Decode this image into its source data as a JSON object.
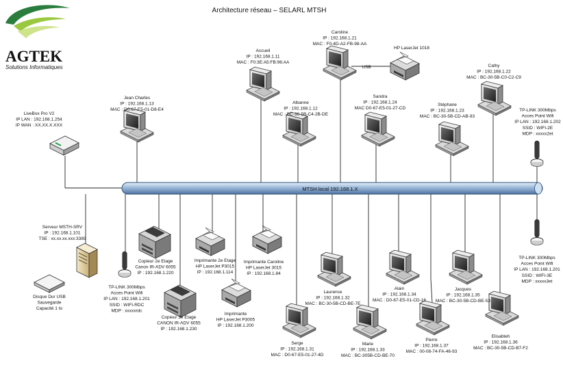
{
  "title": "Architecture réseau – SELARL MTSH",
  "logo": {
    "name": "AGTEK",
    "tagline": "Solutions Informatiques"
  },
  "network": {
    "label": "MTSH.local 192.168.1.X"
  },
  "usb_label": "USB",
  "nodes": {
    "livebox": [
      "LiveBox Pro V2",
      "IP LAN : 192.168.1.254",
      "IP WAN : XX.XX.X.XXX"
    ],
    "jean_charles": [
      "Jean Charles",
      "IP : 192.168.1.13",
      "MAC : D0-67-E5-01-D8-E4"
    ],
    "accueil": [
      "Accueil",
      "IP : 192.168.1.11",
      "MAC : F0:3E:A5:FB:96:AA"
    ],
    "caroline": [
      "Caroline",
      "IP : 192.168.1.21",
      "MAC : F0-4D-A2-FB-98-AA"
    ],
    "hp_1018": [
      "HP LaserJet 1018"
    ],
    "albanne": [
      "Albanne",
      "IP : 192.168.1.12",
      "MAC : BC-30-5B-C4-2B-DE"
    ],
    "sandra": [
      "Sandra",
      "IP : 192.168.1.24",
      "MAC D0-67-E5-01-27-CD"
    ],
    "stephane": [
      "Stéphane",
      "IP : 192.168.1.23",
      "MAC : BC-30-5B-CD-AB-93"
    ],
    "cathy": [
      "Cathy",
      "IP : 192.168.1.22",
      "MAC : BC-30-5B-C0-C2-C9"
    ],
    "tplink_2e": [
      "TP-LINK 300Mbps",
      "Acces Point Wifi",
      "IP LAN : 192.168.1.202",
      "SSID : WIFI-2E",
      "MDP : xxxxx2et"
    ],
    "serveur": [
      "Serveur MSTH-SRV",
      "IP : 192.168.1.101",
      "TSE : xx.xx.xx.xxx:3389"
    ],
    "disque": [
      "Disque Dur USB",
      "Sauvegarde",
      "Capacité 1 to"
    ],
    "tplink_rdc": [
      "TP-LINK 300Mbps",
      "Acces Point Wifi",
      "IP LAN : 192.168.1.201",
      "SSID : WIFI-RDC",
      "MDP : xxxxxrdc"
    ],
    "copieur_2e": [
      "Copieur 2e Etage",
      "Canon IR-ADV 6055",
      "IP : 192.168.1.220"
    ],
    "copieur_3e": [
      "Copieur 3e Etage",
      "CANON IR-ADV 6055",
      "IP : 192.168.1.230"
    ],
    "imprimante_2e": [
      "Imprimante 2e Etage",
      "HP LaserJet P3015",
      "IP : 192.168.1.114"
    ],
    "imprimante": [
      "Imprimante",
      "HP LaserJet P3005",
      "IP : 192.168.1.200"
    ],
    "imprimante_caroline": [
      "Imprimante Caroline",
      "HP LaserJet 3015",
      "IP : 192.168.1.84"
    ],
    "serge": [
      "Serge",
      "IP : 192.168.1.31",
      "MAC : D0-67-E5-01-27-4D"
    ],
    "laurence": [
      "Laurence",
      "IP : 192.168.1.32",
      "MAC : BC-30-5B-CD-BE-7E"
    ],
    "marie": [
      "Marie",
      "IP : 192.168.1.33",
      "MAC : BC-305B-CD-BE-70"
    ],
    "alain": [
      "Alain",
      "IP : 192.168.1.34",
      "MAC : D0-67-E5-01-CD-16"
    ],
    "pierre": [
      "Pierre",
      "IP : 192.168.1.37",
      "MAC : 00-08-74-FA-46-93"
    ],
    "jacques": [
      "Jacques",
      "IP : 192.168.1.35",
      "MAC : BC-30-5B-CD-BE-53"
    ],
    "elisabeth": [
      "Elisabteh",
      "IP : 192.168.1.36",
      "MAC : BC-30-5B-CD-B7-F2"
    ],
    "tplink_3e": [
      "TP-LINK 300Mbps",
      "Acces Point Wifi",
      "IP LAN : 192.168.1.201",
      "SSID : WIFI-3E",
      "MDP : xxxxx3et"
    ]
  }
}
